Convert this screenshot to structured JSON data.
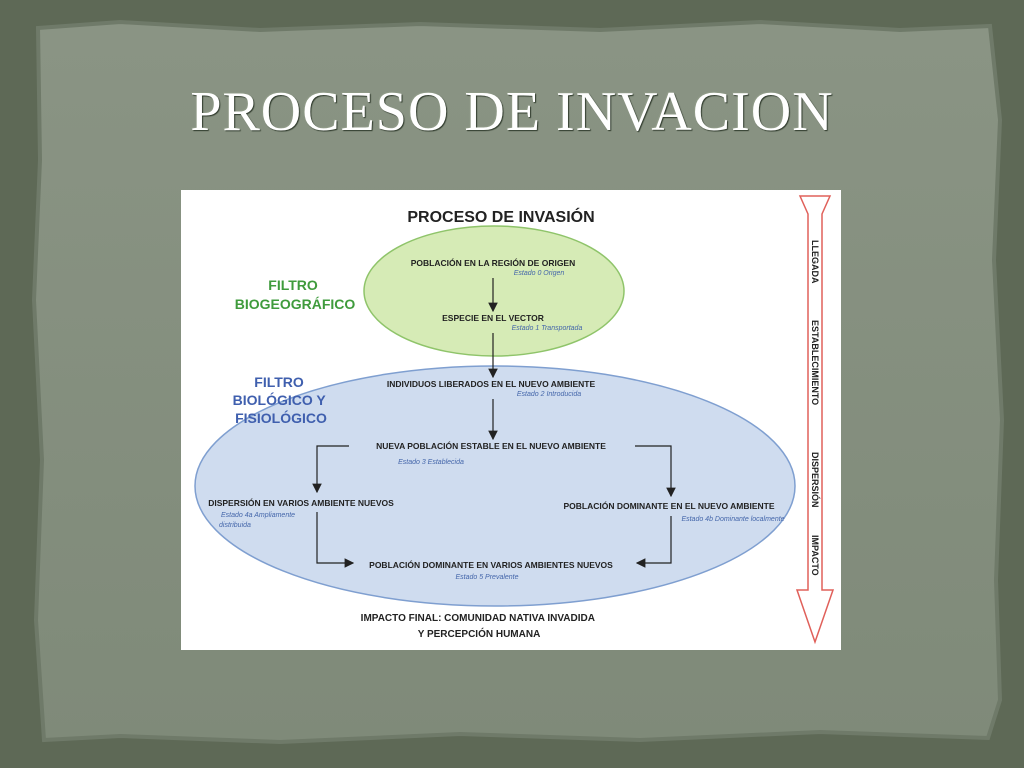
{
  "slide": {
    "title": "PROCESO DE INVACION"
  },
  "diagram": {
    "title": "PROCESO DE INVASIÓN",
    "filters": {
      "biogeographic": [
        "FILTRO",
        "BIOGEOGRÁFICO"
      ],
      "biological": [
        "FILTRO",
        "BIOLÓGICO Y",
        "FISIOLÓGICO"
      ]
    },
    "nodes": {
      "origin": {
        "label": "POBLACIÓN EN LA REGIÓN DE ORIGEN",
        "state": "Estado 0 Origen"
      },
      "vector": {
        "label": "ESPECIE EN EL VECTOR",
        "state": "Estado 1 Transportada"
      },
      "released": {
        "label": "INDIVIDUOS LIBERADOS EN EL NUEVO AMBIENTE",
        "state": "Estado 2 Introducida"
      },
      "stable": {
        "label": "NUEVA POBLACIÓN ESTABLE EN EL NUEVO AMBIENTE",
        "state": "Estado 3 Establecida"
      },
      "dispersion": {
        "label": "DISPERSIÓN EN VARIOS AMBIENTE NUEVOS",
        "state_lines": [
          "Estado 4a Ampliamente",
          "distribuida"
        ]
      },
      "dominant_new": {
        "label": "POBLACIÓN DOMINANTE EN EL NUEVO AMBIENTE",
        "state": "Estado 4b Dominante localmente"
      },
      "dominant_many": {
        "label": "POBLACIÓN DOMINANTE EN VARIOS AMBIENTES NUEVOS",
        "state": "Estado 5 Prevalente"
      }
    },
    "final_impact": [
      "IMPACTO FINAL: COMUNIDAD NATIVA INVADIDA",
      "Y PERCEPCIÓN HUMANA"
    ],
    "stages": [
      "LLEGADA",
      "ESTABLECIMIENTO",
      "DISPERSIÓN",
      "IMPACTO"
    ],
    "colors": {
      "green_fill": "#d6ebb6",
      "green_stroke": "#8fc46a",
      "green_text": "#3f9b3c",
      "blue_fill": "#cfdcef",
      "blue_stroke": "#7f9fd0",
      "blue_text": "#3f5fae",
      "arrow_red": "#e0605a",
      "state_text": "#4466aa"
    }
  }
}
